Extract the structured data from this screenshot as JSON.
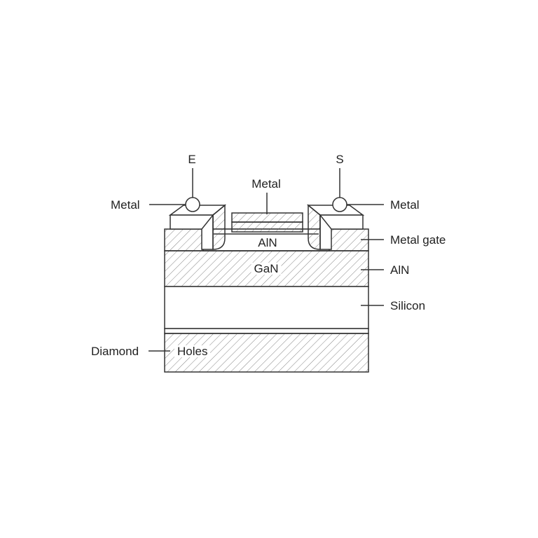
{
  "diagram": {
    "terminals": {
      "left": "E",
      "right": "S"
    },
    "labels": {
      "metal_top": "Metal",
      "metal_left": "Metal",
      "metal_right": "Metal",
      "metal_gate": "Metal gate",
      "aln_right": "AlN",
      "silicon": "Silicon",
      "diamond": "Diamond",
      "aln_center": "AlN",
      "gan": "GaN",
      "holes": "Holes"
    },
    "colors": {
      "stroke": "#333333",
      "hatch": "#555555",
      "background": "#ffffff"
    }
  }
}
